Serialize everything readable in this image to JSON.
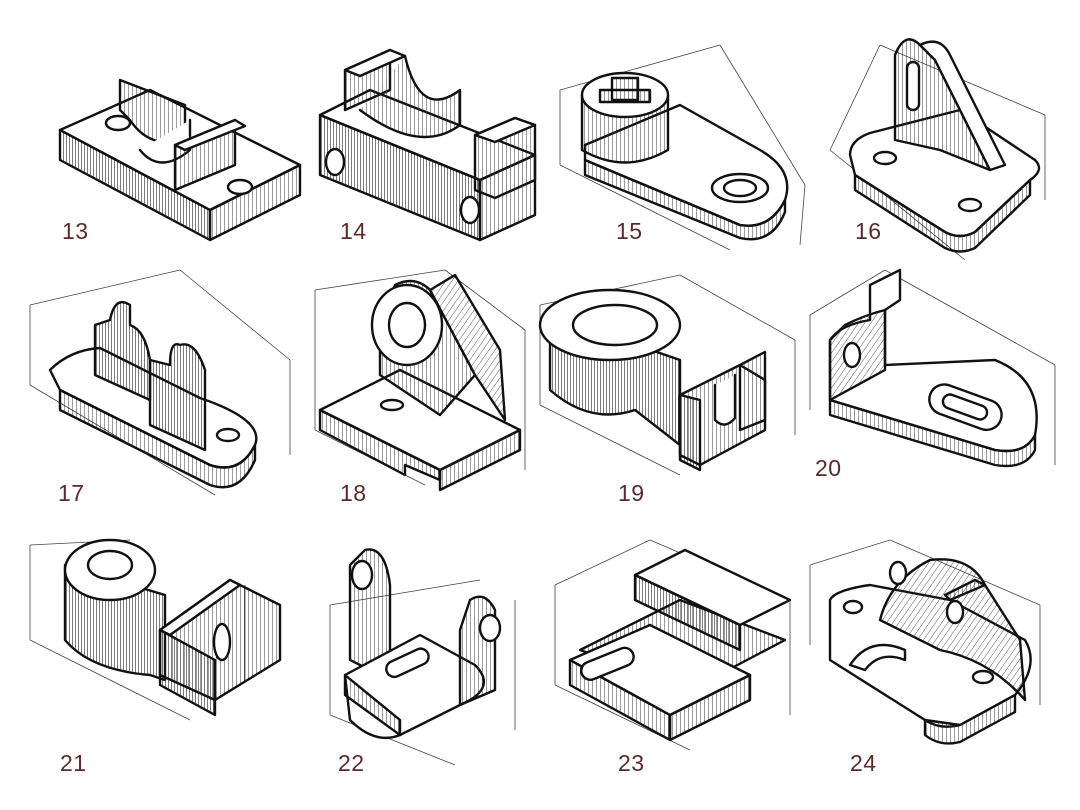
{
  "figures": [
    {
      "number": "13"
    },
    {
      "number": "14"
    },
    {
      "number": "15"
    },
    {
      "number": "16"
    },
    {
      "number": "17"
    },
    {
      "number": "18"
    },
    {
      "number": "19"
    },
    {
      "number": "20"
    },
    {
      "number": "21"
    },
    {
      "number": "22"
    },
    {
      "number": "23"
    },
    {
      "number": "24"
    }
  ],
  "colors": {
    "ink": "#111111",
    "label": "#5a2a2c",
    "paper": "#ffffff"
  }
}
